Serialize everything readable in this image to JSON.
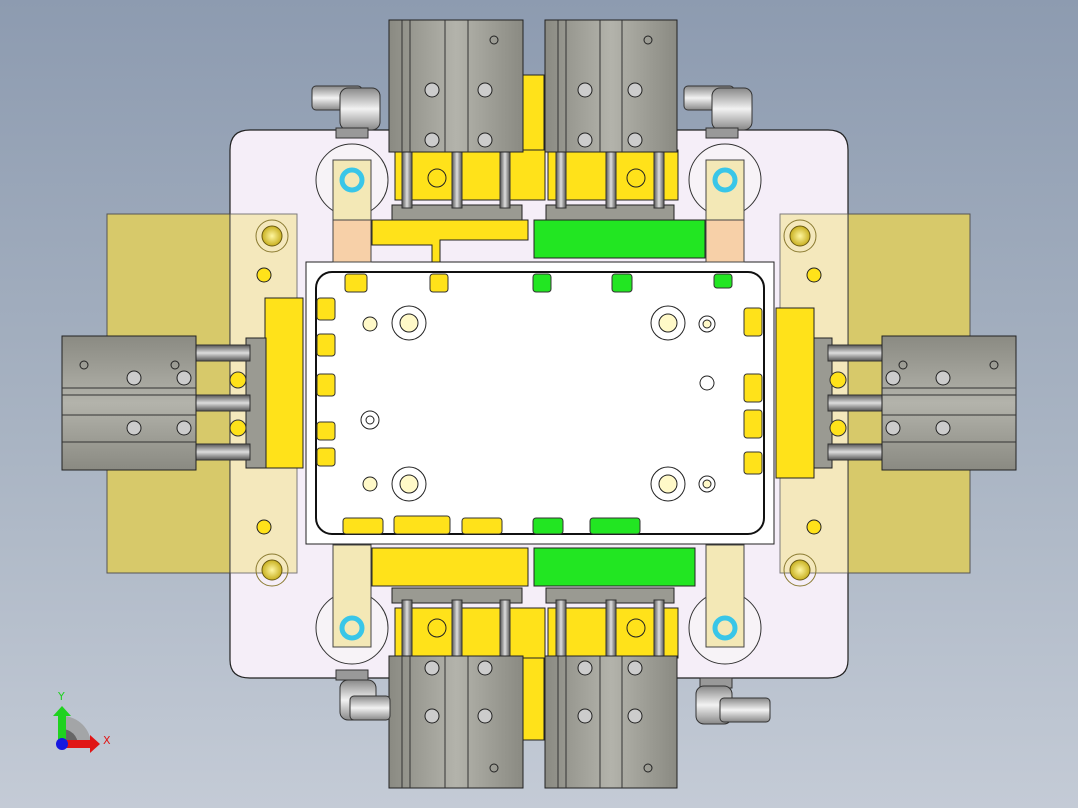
{
  "app": {
    "type": "CAD 3D viewport",
    "view": "top view of fixture assembly"
  },
  "colors": {
    "background_top": "#8d9bb0",
    "background_bottom": "#c4cbd6",
    "base_plate": "#f5eef8",
    "transparent_block": "#d7c96a",
    "yellow_part": "#ffe21a",
    "green_part": "#22e622",
    "cylinder_body": "#9a9a92",
    "rod": "#6d6d68",
    "bracket": "#f3e8b6",
    "bracket_lower": "#f7d8a8",
    "cyan_washer": "#39c6e8",
    "pcb_area": "#ffffff",
    "x_axis": "#e01515",
    "y_axis": "#1fd21f",
    "origin": "#1717e0"
  },
  "triad": {
    "x_label": "X",
    "y_label": "Y"
  },
  "components": {
    "cylinders": [
      "top-left",
      "top-right",
      "bottom-left",
      "bottom-right",
      "left",
      "right"
    ],
    "fittings": [
      "top-left",
      "top-right",
      "bottom-left",
      "bottom-right"
    ],
    "side_blocks": [
      "left",
      "right"
    ]
  }
}
